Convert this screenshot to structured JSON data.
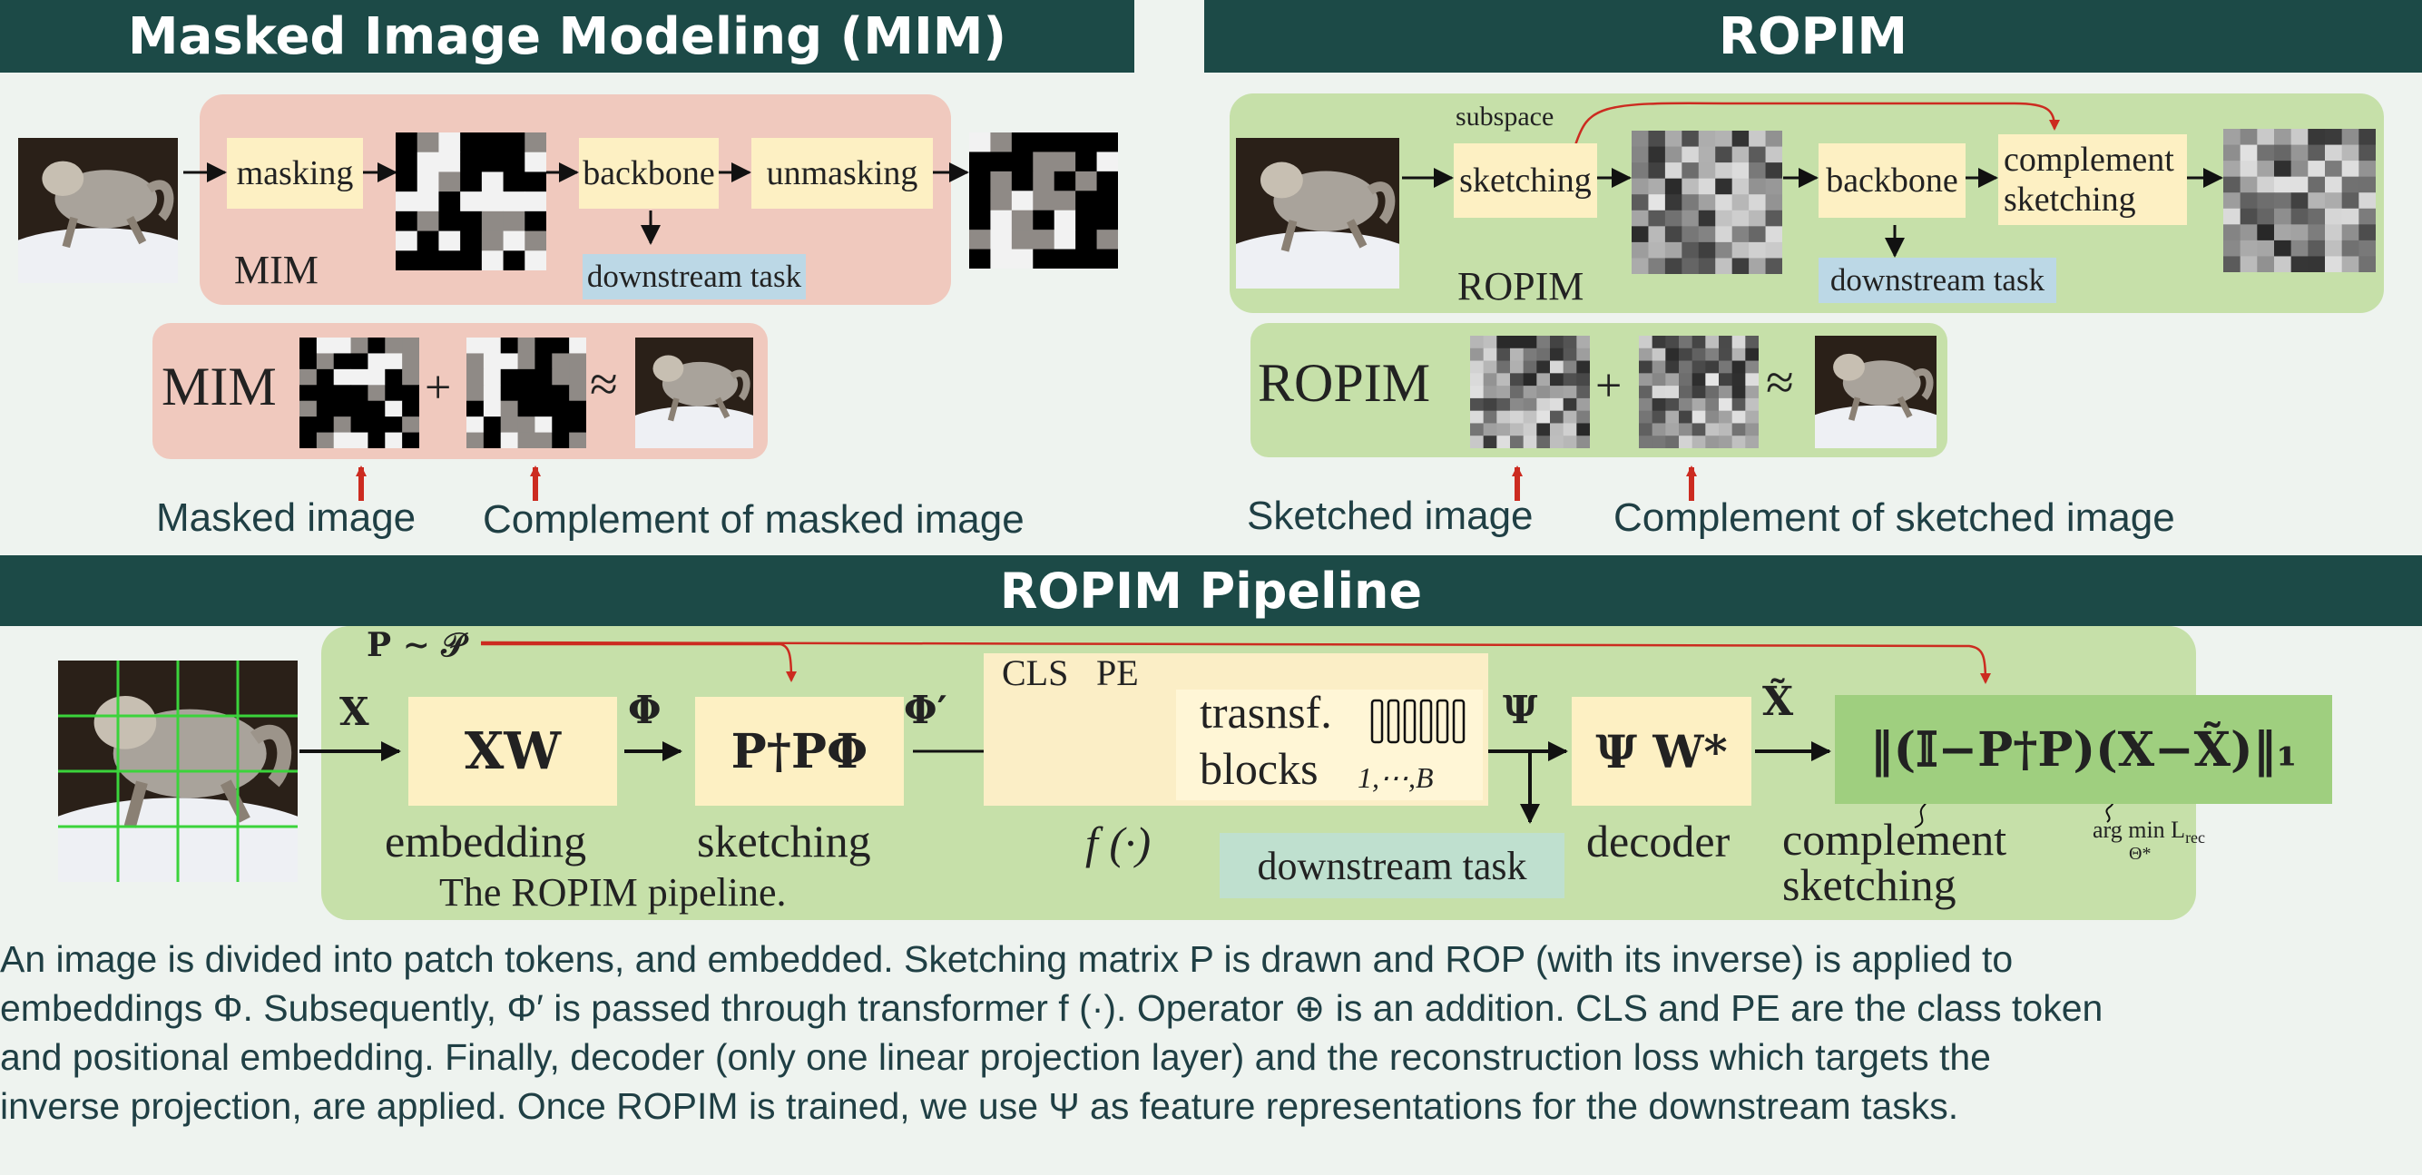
{
  "headers": {
    "mim": "Masked Image Modeling (MIM)",
    "ropim": "ROPIM",
    "pipeline": "ROPIM Pipeline"
  },
  "mim": {
    "masking": "masking",
    "backbone": "backbone",
    "unmasking": "unmasking",
    "downstream": "downstream task",
    "panel_label": "MIM",
    "eq_label": "MIM",
    "plus": "+",
    "approx": "≈",
    "cap_masked": "Masked image",
    "cap_complement": "Complement of masked image"
  },
  "ropim": {
    "subspace": "subspace",
    "sketching": "sketching",
    "backbone": "backbone",
    "complement_line1": "complement",
    "complement_line2": "sketching",
    "downstream": "downstream task",
    "panel_label": "ROPIM",
    "eq_label": "ROPIM",
    "plus": "+",
    "approx": "≈",
    "cap_sketched": "Sketched image",
    "cap_complement": "Complement of sketched image"
  },
  "pipeline": {
    "p_dist": "P ∼ 𝒫",
    "x": "X",
    "phi": "Φ",
    "phi_prime": "Φ′",
    "psi": "Ψ",
    "x_tilde": "X̃",
    "xw": "XW",
    "ptpphi": "P†PΦ",
    "cls": "CLS",
    "pe": "PE",
    "transf_line1": "trasnsf.",
    "transf_line2": "blocks",
    "transf_idx": "1,⋯,B",
    "psiw": "Ψ W*",
    "loss": "‖(𝕀−P†P)(X−X̃)‖₁",
    "embedding": "embedding",
    "sketching": "sketching",
    "f": "f (·)",
    "downstream": "downstream task",
    "decoder": "decoder",
    "complement_line1": "complement",
    "complement_line2": "sketching",
    "argmin": "arg min L",
    "argmin_sub": "rec",
    "argmin_under": "Θ*",
    "caption": "The ROPIM pipeline."
  },
  "paragraph": [
    "An image is divided into patch tokens, and embedded. Sketching matrix P is drawn and ROP (with its inverse) is applied to",
    "embeddings Φ. Subsequently, Φ′ is passed through transformer f (·). Operator ⊕ is an addition. CLS and PE are the class token",
    "and positional embedding. Finally, decoder (only one linear projection layer) and the reconstruction loss which targets the",
    "inverse projection, are applied. Once ROPIM is trained, we use Ψ as feature representations for the downstream tasks."
  ],
  "colors": {
    "header": "#1c4a47",
    "pink": "#f0c9be",
    "green": "#c6e0a9",
    "yellow": "#fdf0c3",
    "blue": "#bcd8e6",
    "red_arrow": "#cc2b20"
  },
  "icons": [
    "wolf-image",
    "masked-image",
    "sketched-image",
    "plus-circle-icon",
    "token-bars-icon"
  ]
}
